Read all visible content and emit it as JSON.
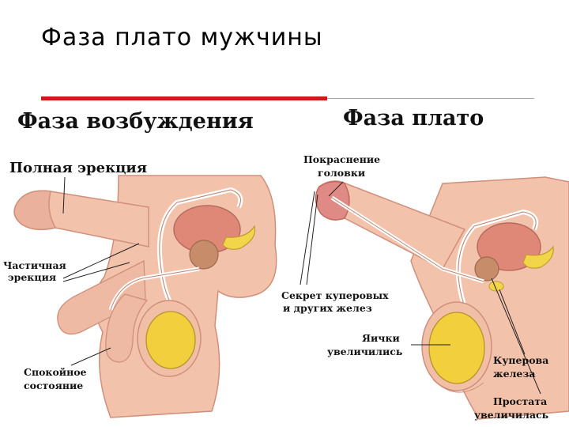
{
  "slide": {
    "title": "Фаза плато мужчины"
  },
  "left_panel": {
    "heading": "Фаза возбуждения",
    "labels": {
      "full_erection": "Полная эрекция",
      "partial_erection_1": "Частичная",
      "partial_erection_2": "эрекция",
      "resting_1": "Спокойное",
      "resting_2": "состояние"
    }
  },
  "right_panel": {
    "heading": "Фаза плато",
    "labels": {
      "glans_1": "Покраснение",
      "glans_2": "головки",
      "secretion_1": "Секрет куперовых",
      "secretion_2": "и других желез",
      "testes_1": "Яички",
      "testes_2": "увеличились",
      "cowper_1": "Куперова",
      "cowper_2": "железа",
      "prostate_1": "Простата",
      "prostate_2": "увеличилась"
    }
  },
  "colors": {
    "title_rule": "#d01818",
    "skin": "#f2c2ab",
    "skin_outline": "#cf8f7c",
    "bladder": "#e08878",
    "gland": "#f3d54a",
    "testis": "#f2cf3c"
  }
}
